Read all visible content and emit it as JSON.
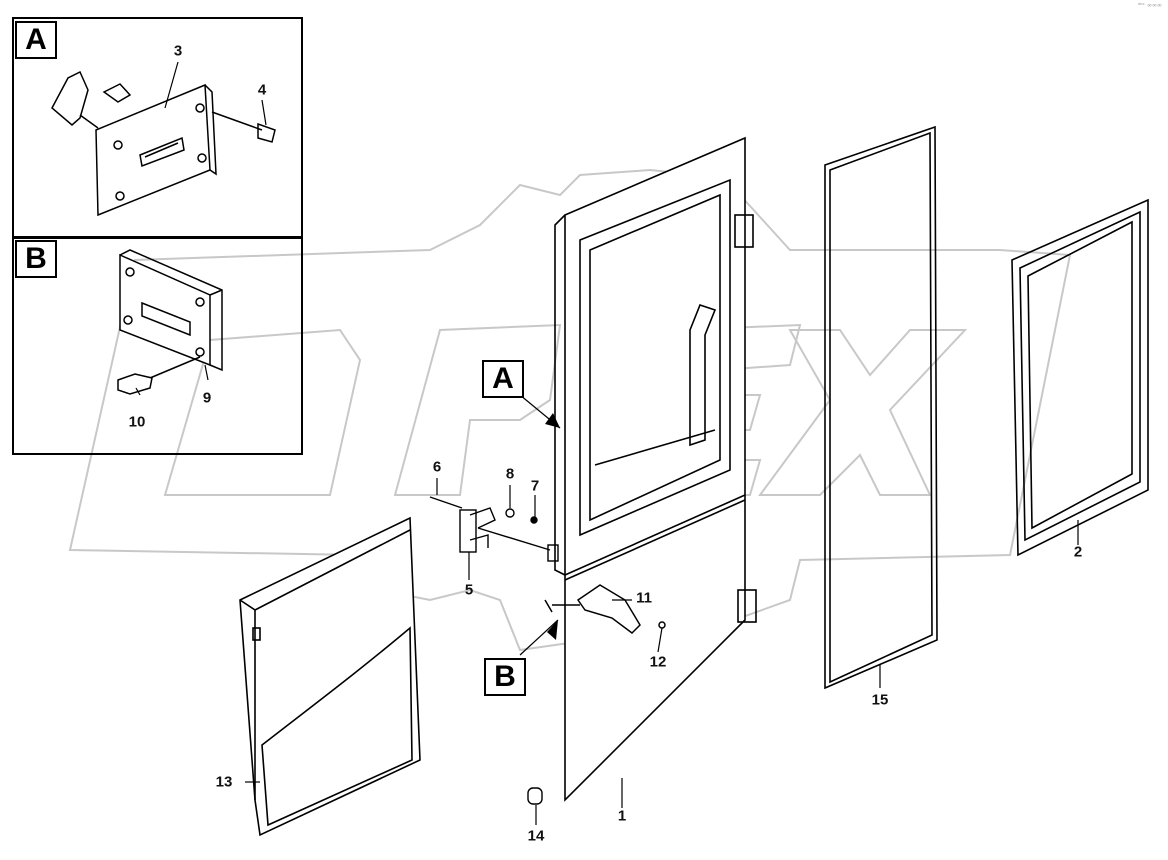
{
  "header": {
    "corner_mark": "ᵃᵇᶜ ∞∞∞"
  },
  "insets": [
    {
      "id": "A",
      "label": "A",
      "parts": [
        "3",
        "4"
      ]
    },
    {
      "id": "B",
      "label": "B",
      "parts": [
        "9",
        "10"
      ]
    }
  ],
  "detail_tags": {
    "a": "A",
    "b": "B"
  },
  "watermark": {
    "text": "OPEX"
  },
  "callouts": {
    "p1": "1",
    "p2": "2",
    "p3": "3",
    "p4": "4",
    "p5": "5",
    "p6": "6",
    "p7": "7",
    "p8": "8",
    "p9": "9",
    "p10": "10",
    "p11": "11",
    "p12": "12",
    "p13": "13",
    "p14": "14",
    "p15": "15"
  },
  "colors": {
    "line": "#000000",
    "watermark": "#c8c8c8",
    "background": "#ffffff"
  }
}
